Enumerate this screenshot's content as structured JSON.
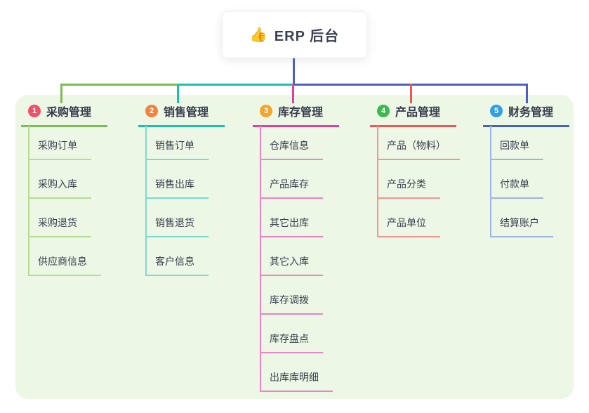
{
  "root": {
    "icon": "👍",
    "label": "ERP 后台",
    "line_color": "#4a5fc7"
  },
  "panel": {
    "bg_color": "#ecf7e5"
  },
  "branches": [
    {
      "number": "1",
      "label": "采购管理",
      "colors": {
        "badge": "#f0506a",
        "line": "#7cbc52",
        "child_line": "#b7dc92"
      },
      "children": [
        "采购订单",
        "采购入库",
        "采购退货",
        "供应商信息"
      ]
    },
    {
      "number": "2",
      "label": "销售管理",
      "colors": {
        "badge": "#f4813c",
        "line": "#1bbfb2",
        "child_line": "#7fd8cf"
      },
      "children": [
        "销售订单",
        "销售出库",
        "销售退货",
        "客户信息"
      ]
    },
    {
      "number": "3",
      "label": "库存管理",
      "colors": {
        "badge": "#f6a52b",
        "line": "#e43f9f",
        "child_line": "#f083c4"
      },
      "children": [
        "仓库信息",
        "产品库存",
        "其它出库",
        "其它入库",
        "库存调拨",
        "库存盘点",
        "出库库明细"
      ]
    },
    {
      "number": "4",
      "label": "产品管理",
      "colors": {
        "badge": "#3cb94d",
        "line": "#f25552",
        "child_line": "#f79390"
      },
      "children": [
        "产品（物料）",
        "产品分类",
        "产品单位"
      ]
    },
    {
      "number": "5",
      "label": "财务管理",
      "colors": {
        "badge": "#2f9fe8",
        "line": "#4a5fc7",
        "child_line": "#9db4e6"
      },
      "children": [
        "回款单",
        "付款单",
        "结算账户"
      ]
    }
  ]
}
